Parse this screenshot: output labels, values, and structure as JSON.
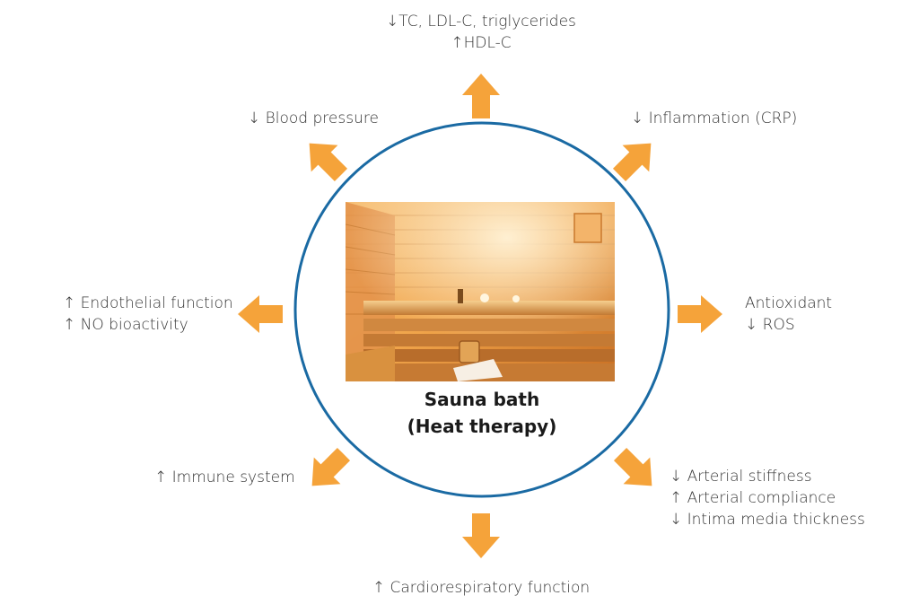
{
  "colors": {
    "arrow": "#f5a33a",
    "circle": "#1a6aa3",
    "text": "#333333"
  },
  "center": {
    "image_alt": "sauna room photograph",
    "title_line1": "Sauna bath",
    "title_line2": "(Heat therapy)"
  },
  "effects": {
    "top": {
      "line1": "↓TC, LDL-C, triglycerides",
      "line2": "↑HDL-C"
    },
    "top_left": {
      "line1": "↓ Blood pressure"
    },
    "top_right": {
      "line1": "↓ Inflammation (CRP)"
    },
    "left": {
      "line1": "↑ Endothelial function",
      "line2": "↑ NO bioactivity"
    },
    "right": {
      "line1": "Antioxidant",
      "line2": "↓ ROS"
    },
    "bottom_left": {
      "line1": "↑ Immune system"
    },
    "bottom_right": {
      "line1": "↓ Arterial stiffness",
      "line2": "↑ Arterial compliance",
      "line3": "↓ Intima media thickness"
    },
    "bottom": {
      "line1": "↑ Cardiorespiratory function"
    }
  }
}
